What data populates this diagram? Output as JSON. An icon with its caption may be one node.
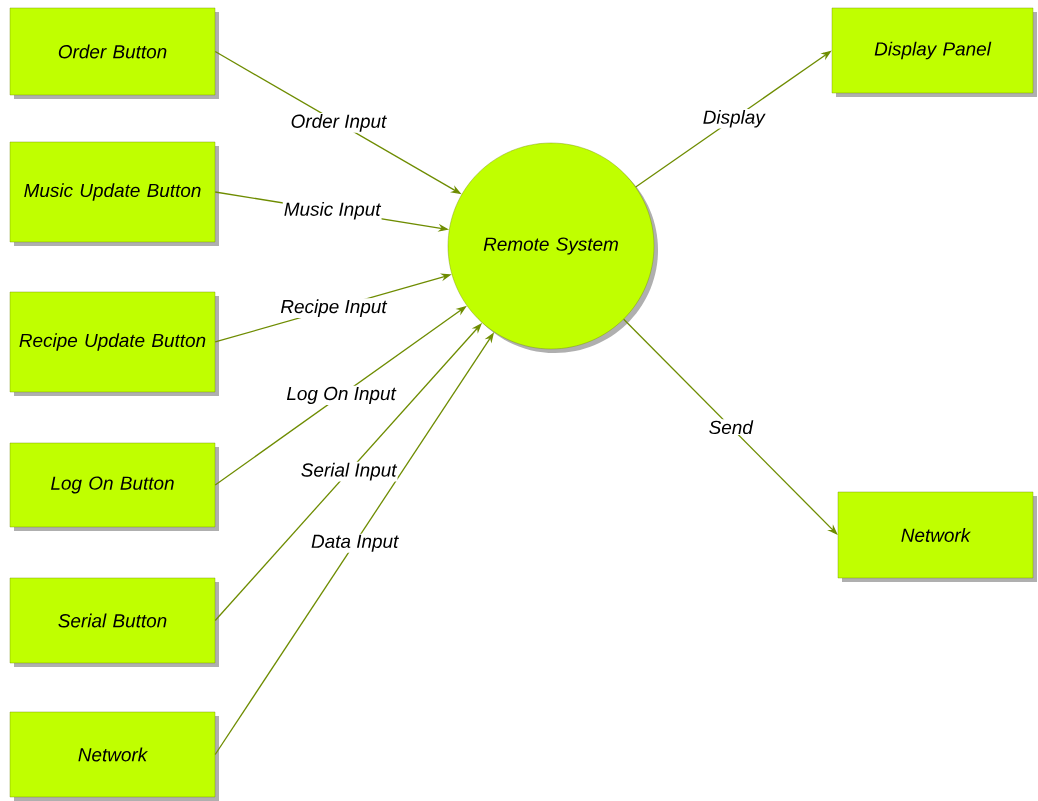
{
  "diagram": {
    "nodes": [
      {
        "text": [
          "Order Button"
        ]
      },
      {
        "text": [
          "Music Update Button"
        ]
      },
      {
        "text": [
          "Recipe Update Button"
        ]
      },
      {
        "text": [
          "Log On Button"
        ]
      },
      {
        "text": [
          "Serial Button"
        ]
      },
      {
        "text": [
          "Network"
        ]
      },
      {
        "text": [
          "Remote System"
        ]
      },
      {
        "text": [
          "Display Panel"
        ]
      },
      {
        "text": [
          "Network"
        ]
      }
    ],
    "edges": [
      {
        "from": 0,
        "to": 6,
        "arrow": "to",
        "label": "Order Input"
      },
      {
        "from": 1,
        "to": 6,
        "arrow": "to",
        "label": "Music Input"
      },
      {
        "from": 2,
        "to": 6,
        "arrow": "to",
        "label": "Recipe Input"
      },
      {
        "from": 3,
        "to": 6,
        "arrow": "to",
        "label": "Log On Input"
      },
      {
        "from": 4,
        "to": 6,
        "arrow": "to",
        "label": "Serial Input"
      },
      {
        "from": 5,
        "to": 6,
        "arrow": "to",
        "label": "Data Input"
      },
      {
        "from": 6,
        "to": 7,
        "arrow": "to",
        "label": "Display"
      },
      {
        "from": 6,
        "to": 8,
        "arrow": "to",
        "label": "Send"
      }
    ]
  }
}
